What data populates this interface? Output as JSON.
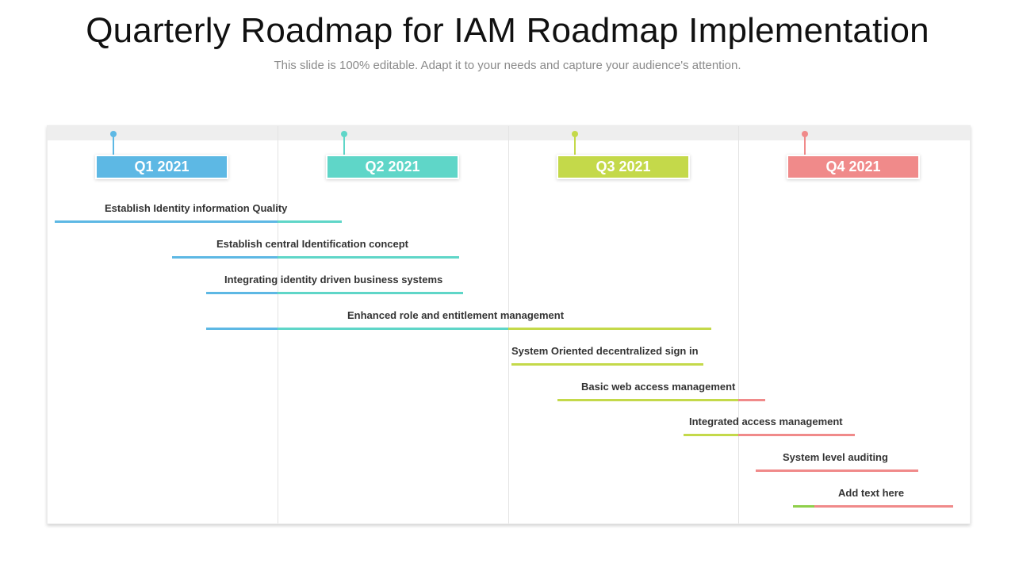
{
  "header": {
    "title": "Quarterly Roadmap for IAM Roadmap Implementation",
    "subtitle": "This slide is 100% editable. Adapt it to your needs and capture your audience's attention."
  },
  "quarters": [
    {
      "label": "Q1 2021",
      "color": "#5db8e4"
    },
    {
      "label": "Q2 2021",
      "color": "#5fd6c8"
    },
    {
      "label": "Q3 2021",
      "color": "#c4d94a"
    },
    {
      "label": "Q4 2021",
      "color": "#f08a8a"
    }
  ],
  "tasks": [
    {
      "label": "Establish  Identity information Quality"
    },
    {
      "label": "Establish  central Identification concept"
    },
    {
      "label": "Integrating identity driven business  systems"
    },
    {
      "label": "Enhanced role and entitlement management"
    },
    {
      "label": "System  Oriented decentralized sign in"
    },
    {
      "label": "Basic web access management"
    },
    {
      "label": "Integrated access  management"
    },
    {
      "label": "System  level auditing"
    },
    {
      "label": "Add text here"
    }
  ]
}
